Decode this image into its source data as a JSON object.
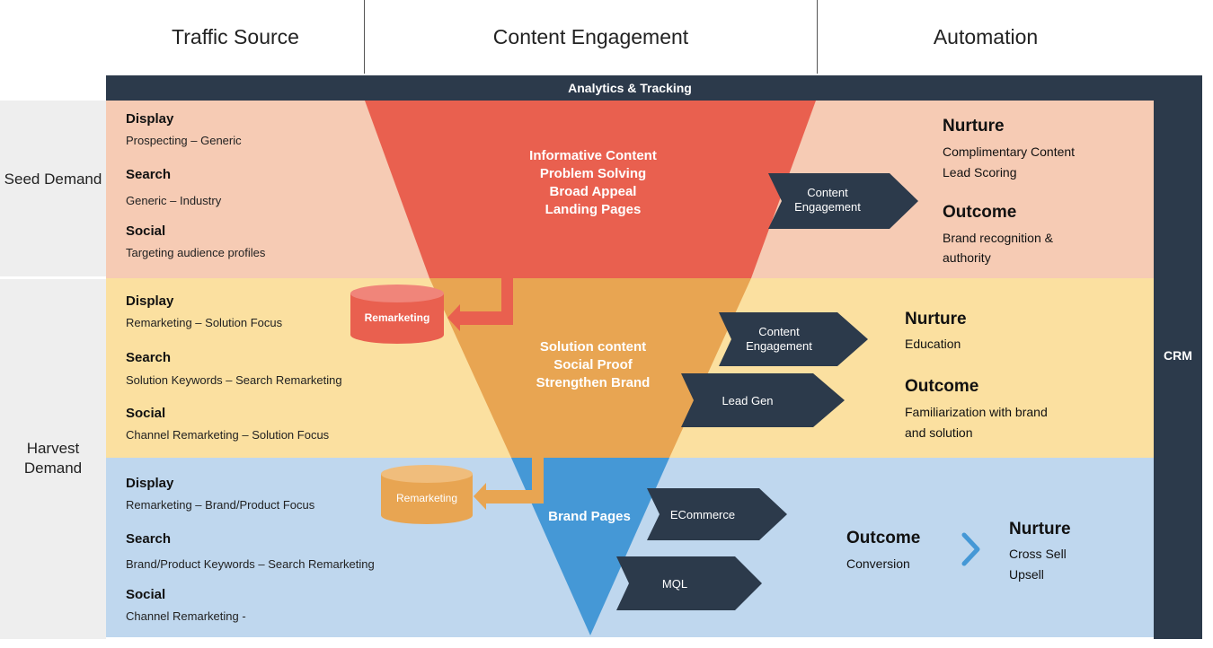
{
  "headers": {
    "traffic_source": "Traffic Source",
    "content_engagement": "Content Engagement",
    "automation": "Automation"
  },
  "bars": {
    "analytics": "Analytics & Tracking",
    "crm": "CRM"
  },
  "rows": {
    "seed": "Seed Demand",
    "harvest": "Harvest Demand"
  },
  "seed_sources": {
    "display_title": "Display",
    "display_desc": "Prospecting – Generic",
    "search_title": "Search",
    "search_desc": "Generic – Industry",
    "social_title": "Social",
    "social_desc": "Targeting audience profiles"
  },
  "mid_sources": {
    "display_title": "Display",
    "display_desc": "Remarketing – Solution Focus",
    "search_title": "Search",
    "search_desc": "Solution Keywords – Search Remarketing",
    "social_title": "Social",
    "social_desc": "Channel Remarketing – Solution Focus"
  },
  "low_sources": {
    "display_title": "Display",
    "display_desc": "Remarketing – Brand/Product Focus",
    "search_title": "Search",
    "search_desc": "Brand/Product Keywords – Search Remarketing",
    "social_title": "Social",
    "social_desc": "Channel Remarketing -"
  },
  "funnel": {
    "top_lines": [
      "Informative Content",
      "Problem Solving",
      "Broad Appeal",
      "Landing Pages"
    ],
    "mid_lines": [
      "Solution content",
      "Social Proof",
      "Strengthen Brand"
    ],
    "bottom": "Brand Pages"
  },
  "remarketing": {
    "label_1": "Remarketing",
    "label_2": "Remarketing"
  },
  "arrows": {
    "seed_engagement": "Content Engagement",
    "mid_engagement": "Content Engagement",
    "lead_gen": "Lead Gen",
    "ecommerce": "ECommerce",
    "mql": "MQL"
  },
  "automation_seed": {
    "nurture_title": "Nurture",
    "nurture_line1": "Complimentary Content",
    "nurture_line2": "Lead Scoring",
    "outcome_title": "Outcome",
    "outcome_line1": "Brand recognition &",
    "outcome_line2": "authority"
  },
  "automation_mid": {
    "nurture_title": "Nurture",
    "nurture_line1": "Education",
    "outcome_title": "Outcome",
    "outcome_line1": "Familiarization with brand",
    "outcome_line2": "and solution"
  },
  "automation_low": {
    "outcome_title": "Outcome",
    "outcome_line1": "Conversion",
    "nurture_title": "Nurture",
    "nurture_line1": "Cross Sell",
    "nurture_line2": "Upsell"
  },
  "colors": {
    "seed_band": "#f6cbb4",
    "mid_band": "#fbe0a0",
    "low_band": "#bfd7ee",
    "funnel_top": "#e9604f",
    "funnel_mid": "#e8a552",
    "funnel_low": "#4598d6",
    "dark": "#2c3a4b",
    "chevron": "#4598d6"
  }
}
